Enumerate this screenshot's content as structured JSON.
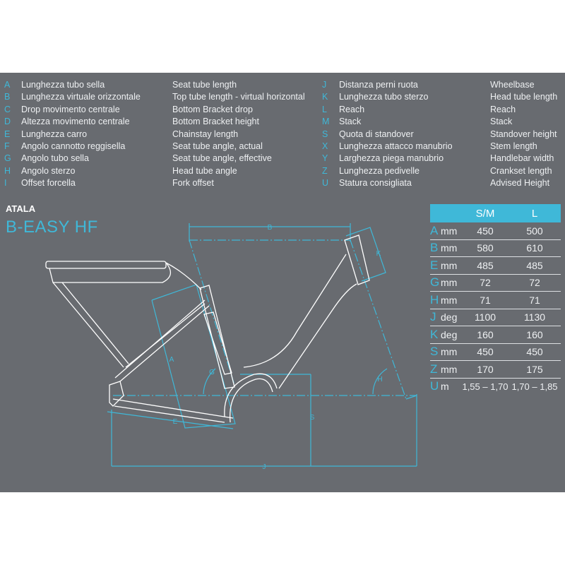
{
  "legend_left": [
    {
      "key": "A",
      "it": "Lunghezza tubo sella",
      "en": "Seat tube length"
    },
    {
      "key": "B",
      "it": "Lunghezza virtuale orizzontale",
      "en": "Top tube length - virtual horizontal"
    },
    {
      "key": "C",
      "it": "Drop movimento centrale",
      "en": "Bottom Bracket drop"
    },
    {
      "key": "D",
      "it": "Altezza movimento centrale",
      "en": "Bottom Bracket height"
    },
    {
      "key": "E",
      "it": "Lunghezza carro",
      "en": "Chainstay length"
    },
    {
      "key": "F",
      "it": "Angolo cannotto reggisella",
      "en": "Seat tube angle, actual"
    },
    {
      "key": "G",
      "it": "Angolo tubo sella",
      "en": "Seat tube angle, effective"
    },
    {
      "key": "H",
      "it": "Angolo sterzo",
      "en": "Head tube angle"
    },
    {
      "key": "I",
      "it": "Offset forcella",
      "en": "Fork offset"
    }
  ],
  "legend_right": [
    {
      "key": "J",
      "it": "Distanza perni ruota",
      "en": "Wheelbase"
    },
    {
      "key": "K",
      "it": "Lunghezza tubo sterzo",
      "en": "Head tube length"
    },
    {
      "key": "L",
      "it": "Reach",
      "en": "Reach"
    },
    {
      "key": "M",
      "it": "Stack",
      "en": "Stack"
    },
    {
      "key": "S",
      "it": "Quota di standover",
      "en": "Standover height"
    },
    {
      "key": "X",
      "it": "Lunghezza attacco manubrio",
      "en": "Stem length"
    },
    {
      "key": "Y",
      "it": "Larghezza piega manubrio",
      "en": "Handlebar width"
    },
    {
      "key": "Z",
      "it": "Lunghezza pedivelle",
      "en": "Crankset length"
    },
    {
      "key": "U",
      "it": "Statura consigliata",
      "en": "Advised Height"
    }
  ],
  "brand": "ATALA",
  "model": "B-EASY HF",
  "diagram_labels": {
    "A": "A",
    "B": "B",
    "E": "E",
    "G": "G",
    "H": "H",
    "J": "J",
    "K": "K",
    "S": "S"
  },
  "table": {
    "headers": [
      "S/M",
      "L"
    ],
    "rows": [
      {
        "key": "A",
        "unit": "mm",
        "sm": "450",
        "l": "500"
      },
      {
        "key": "B",
        "unit": "mm",
        "sm": "580",
        "l": "610"
      },
      {
        "key": "E",
        "unit": "mm",
        "sm": "485",
        "l": "485"
      },
      {
        "key": "G",
        "unit": "mm",
        "sm": "72",
        "l": "72"
      },
      {
        "key": "H",
        "unit": "mm",
        "sm": "71",
        "l": "71"
      },
      {
        "key": "J",
        "unit": "deg",
        "sm": "1100",
        "l": "1130"
      },
      {
        "key": "K",
        "unit": "deg",
        "sm": "160",
        "l": "160"
      },
      {
        "key": "S",
        "unit": "mm",
        "sm": "450",
        "l": "450"
      },
      {
        "key": "Z",
        "unit": "mm",
        "sm": "170",
        "l": "175"
      },
      {
        "key": "U",
        "unit": "m",
        "sm": "1,55 – 1,70",
        "l": "1,70 – 1,85"
      }
    ]
  },
  "colors": {
    "background": "#686b70",
    "accent": "#3fb8d8",
    "line": "#ffffff"
  }
}
